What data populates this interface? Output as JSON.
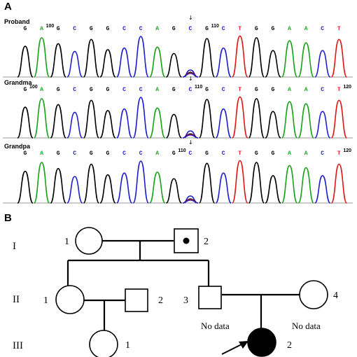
{
  "figure": {
    "panel_a_label": "A",
    "panel_b_label": "B"
  },
  "chromatograms": [
    {
      "sample": "Proband",
      "bases": [
        "G",
        "A",
        "G",
        "C",
        "G",
        "G",
        "C",
        "C",
        "A",
        "G",
        "C",
        "G",
        "C",
        "T",
        "G",
        "G",
        "A",
        "A",
        "C",
        "T"
      ],
      "position_markers": [
        {
          "label": "100",
          "after_base": 1
        },
        {
          "label": "110",
          "after_base": 11
        }
      ],
      "variant_marker": "↓"
    },
    {
      "sample": "Grandma",
      "bases": [
        "G",
        "A",
        "G",
        "C",
        "G",
        "G",
        "C",
        "C",
        "A",
        "G",
        "C",
        "G",
        "C",
        "T",
        "G",
        "G",
        "A",
        "A",
        "C",
        "T"
      ],
      "position_markers": [
        {
          "label": "100",
          "after_base": 0
        },
        {
          "label": "110",
          "after_base": 10
        },
        {
          "label": "120",
          "after_base": 19
        }
      ],
      "variant_marker": "↓"
    },
    {
      "sample": "Grandpa",
      "bases": [
        "G",
        "A",
        "G",
        "C",
        "G",
        "G",
        "C",
        "C",
        "A",
        "G",
        "C",
        "G",
        "C",
        "T",
        "G",
        "G",
        "A",
        "A",
        "C",
        "T"
      ],
      "position_markers": [
        {
          "label": "110",
          "after_base": 9
        },
        {
          "label": "120",
          "after_base": 19
        }
      ],
      "variant_marker": "↓"
    }
  ],
  "base_colors": {
    "G": "#000000",
    "A": "#1aa31a",
    "C": "#2020cc",
    "T": "#e01818"
  },
  "pedigree": {
    "generations": [
      "I",
      "II",
      "III"
    ],
    "individuals": [
      {
        "id": "I-1",
        "number": "1",
        "sex": "female",
        "status": "unaffected"
      },
      {
        "id": "I-2",
        "number": "2",
        "sex": "male",
        "status": "carrier"
      },
      {
        "id": "II-1",
        "number": "1",
        "sex": "female",
        "status": "unaffected"
      },
      {
        "id": "II-2",
        "number": "2",
        "sex": "male",
        "status": "unaffected"
      },
      {
        "id": "II-3",
        "number": "3",
        "sex": "male",
        "status": "unaffected"
      },
      {
        "id": "II-4",
        "number": "4",
        "sex": "female",
        "status": "unaffected"
      },
      {
        "id": "III-1",
        "number": "1",
        "sex": "female",
        "status": "unaffected"
      },
      {
        "id": "III-2",
        "number": "2",
        "sex": "female",
        "status": "affected",
        "proband": true
      }
    ],
    "notes": {
      "left": "No data",
      "right": "No data"
    }
  }
}
